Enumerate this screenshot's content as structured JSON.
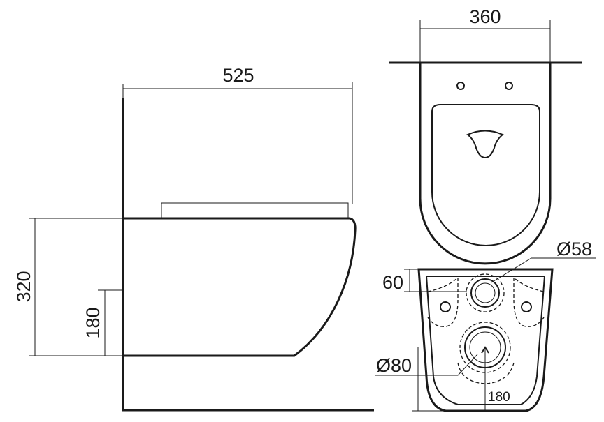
{
  "dimensions": {
    "side_length": "525",
    "side_height": "320",
    "side_outlet_height": "180",
    "top_width": "360",
    "rear_outlet_diameter": "Ø58",
    "rear_offset": "60",
    "rear_inlet_diameter": "Ø80",
    "rear_inlet_height": "180"
  }
}
